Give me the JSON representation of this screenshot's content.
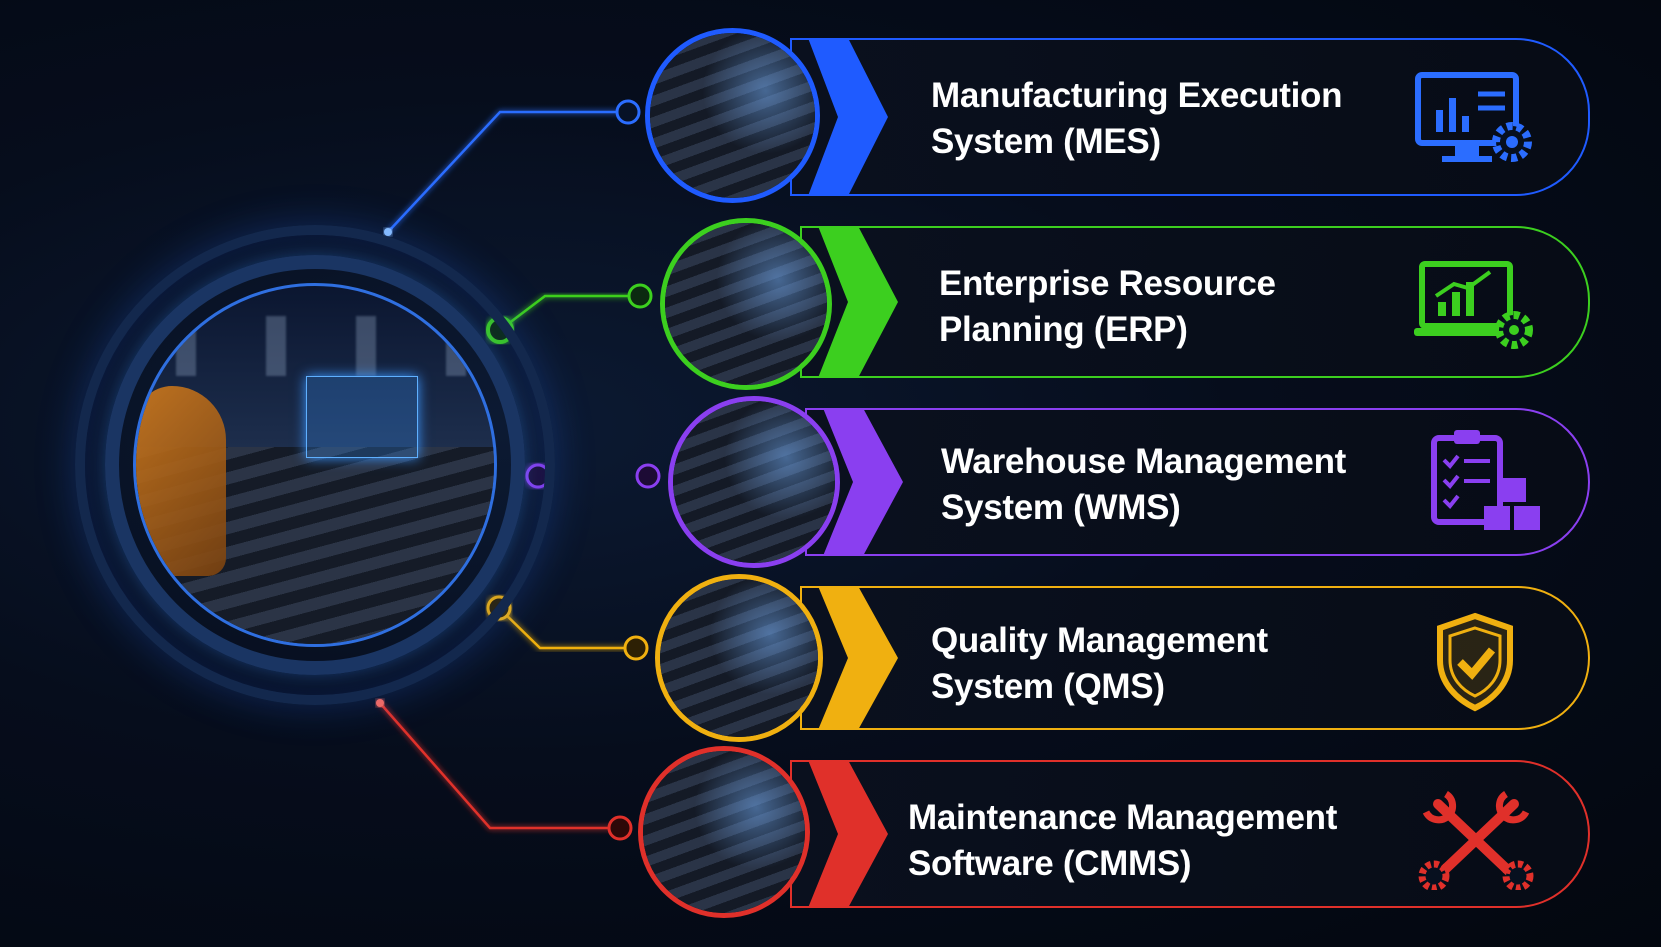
{
  "items": [
    {
      "title": "Manufacturing Execution",
      "subtitle": "System (MES)",
      "color": "#1f5bff",
      "icon": "monitor-gear-icon"
    },
    {
      "title": "Enterprise Resource",
      "subtitle": "Planning (ERP)",
      "color": "#3ccf1f",
      "icon": "chart-monitor-gear-icon"
    },
    {
      "title": "Warehouse Management",
      "subtitle": "System (WMS)",
      "color": "#8a3ff0",
      "icon": "clipboard-boxes-icon"
    },
    {
      "title": "Quality Management",
      "subtitle": "System (QMS)",
      "color": "#f0b010",
      "icon": "shield-check-icon"
    },
    {
      "title": "Maintenance Management",
      "subtitle": "Software (CMMS)",
      "color": "#e0302a",
      "icon": "wrench-gear-icon"
    }
  ]
}
